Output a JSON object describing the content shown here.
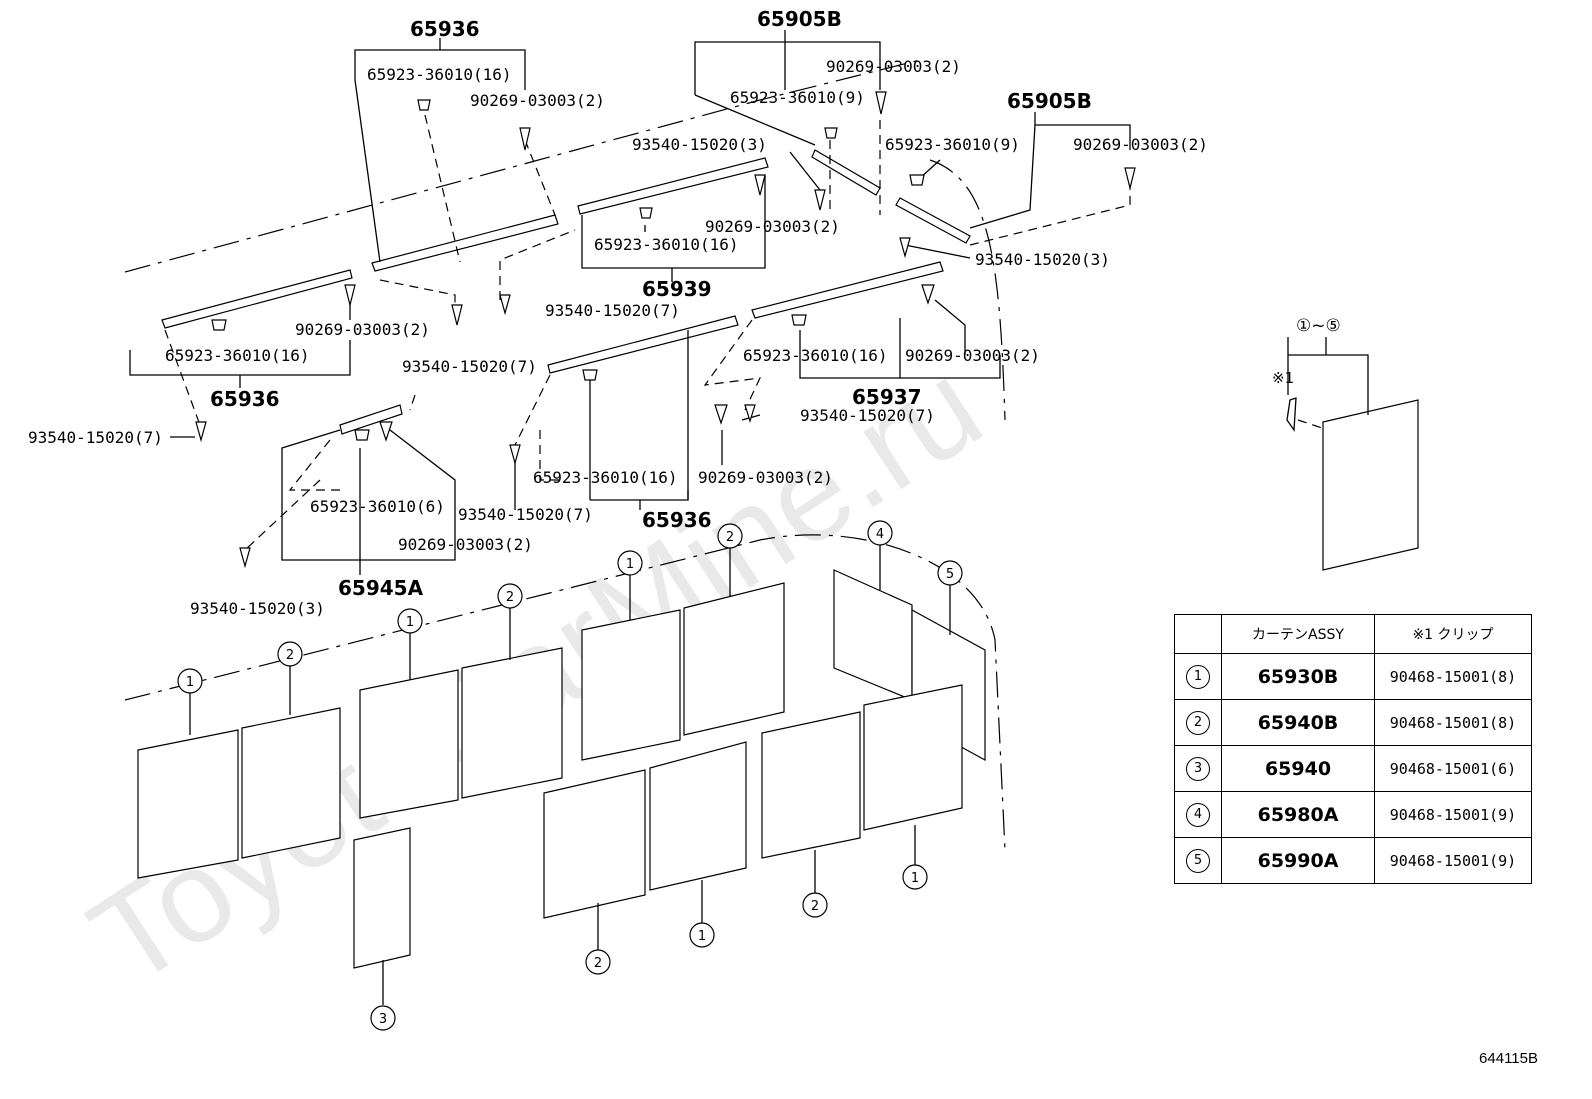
{
  "watermark": "ToyotaCarMine.ru",
  "reference_code": "644115B",
  "assembly_labels": [
    {
      "id": "a1",
      "text": "65936"
    },
    {
      "id": "a2",
      "text": "65905B"
    },
    {
      "id": "a3",
      "text": "65905B"
    },
    {
      "id": "a4",
      "text": "65939"
    },
    {
      "id": "a5",
      "text": "65936"
    },
    {
      "id": "a6",
      "text": "65937"
    },
    {
      "id": "a7",
      "text": "65936"
    },
    {
      "id": "a8",
      "text": "65945A"
    }
  ],
  "part_labels": [
    {
      "id": "p1",
      "text": "65923-36010(16)"
    },
    {
      "id": "p2",
      "text": "90269-03003(2)"
    },
    {
      "id": "p3",
      "text": "90269-03003(2)"
    },
    {
      "id": "p4",
      "text": "65923-36010(9)"
    },
    {
      "id": "p5",
      "text": "65923-36010(9)"
    },
    {
      "id": "p6",
      "text": "90269-03003(2)"
    },
    {
      "id": "p7",
      "text": "93540-15020(3)"
    },
    {
      "id": "p8",
      "text": "90269-03003(2)"
    },
    {
      "id": "p9",
      "text": "65923-36010(16)"
    },
    {
      "id": "p10",
      "text": "93540-15020(3)"
    },
    {
      "id": "p11",
      "text": "93540-15020(7)"
    },
    {
      "id": "p12",
      "text": "90269-03003(2)"
    },
    {
      "id": "p13",
      "text": "65923-36010(16)"
    },
    {
      "id": "p14",
      "text": "93540-15020(7)"
    },
    {
      "id": "p15",
      "text": "65923-36010(16)"
    },
    {
      "id": "p16",
      "text": "90269-03003(2)"
    },
    {
      "id": "p17",
      "text": "93540-15020(7)"
    },
    {
      "id": "p18",
      "text": "93540-15020(7)"
    },
    {
      "id": "p19",
      "text": "65923-36010(16)"
    },
    {
      "id": "p20",
      "text": "90269-03003(2)"
    },
    {
      "id": "p21",
      "text": "65923-36010(6)"
    },
    {
      "id": "p22",
      "text": "93540-15020(7)"
    },
    {
      "id": "p23",
      "text": "90269-03003(2)"
    },
    {
      "id": "p24",
      "text": "93540-15020(3)"
    }
  ],
  "inset": {
    "range_label": "①~⑤",
    "note_mark": "※1"
  },
  "panel_numbers": [
    "1",
    "2",
    "1",
    "2",
    "1",
    "2",
    "4",
    "5",
    "1",
    "2",
    "1",
    "2",
    "3"
  ],
  "legend": {
    "headers": [
      "",
      "カーテンASSY",
      "※1 クリップ"
    ],
    "rows": [
      {
        "no": "1",
        "curtain": "65930B",
        "clip": "90468-15001(8)"
      },
      {
        "no": "2",
        "curtain": "65940B",
        "clip": "90468-15001(8)"
      },
      {
        "no": "3",
        "curtain": "65940",
        "clip": "90468-15001(6)"
      },
      {
        "no": "4",
        "curtain": "65980A",
        "clip": "90468-15001(9)"
      },
      {
        "no": "5",
        "curtain": "65990A",
        "clip": "90468-15001(9)"
      }
    ]
  }
}
